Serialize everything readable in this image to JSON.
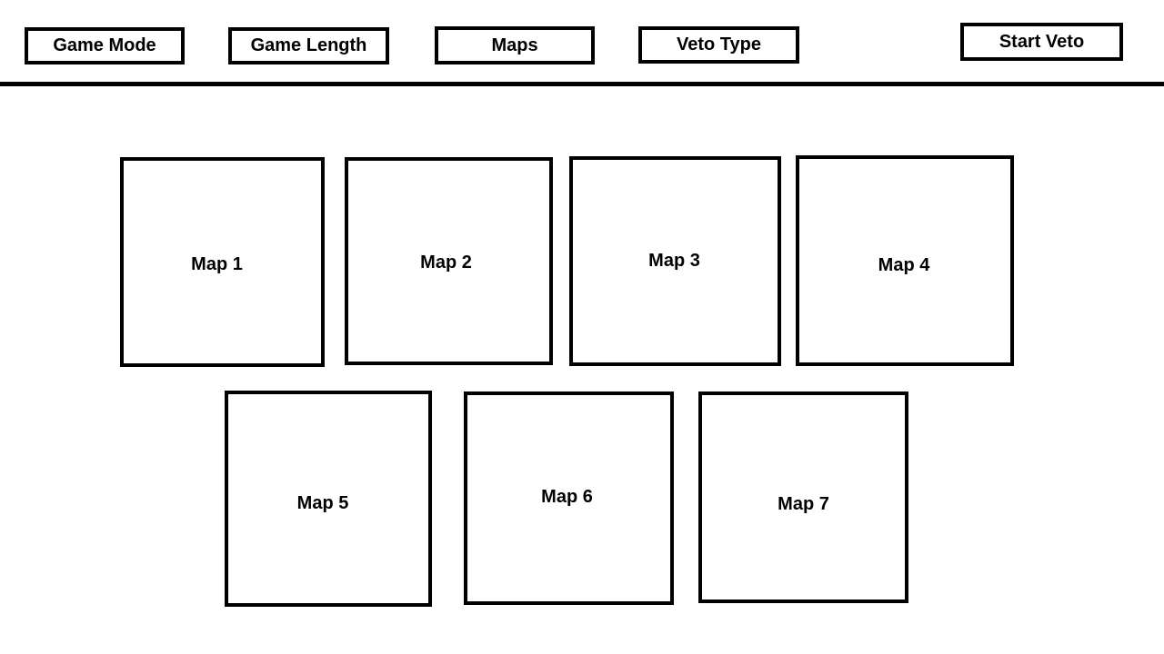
{
  "toolbar": {
    "game_mode_label": "Game Mode",
    "game_length_label": "Game Length",
    "maps_label": "Maps",
    "veto_type_label": "Veto Type",
    "start_veto_label": "Start Veto"
  },
  "maps": [
    {
      "label": "Map 1"
    },
    {
      "label": "Map 2"
    },
    {
      "label": "Map 3"
    },
    {
      "label": "Map 4"
    },
    {
      "label": "Map 5"
    },
    {
      "label": "Map 6"
    },
    {
      "label": "Map 7"
    }
  ]
}
